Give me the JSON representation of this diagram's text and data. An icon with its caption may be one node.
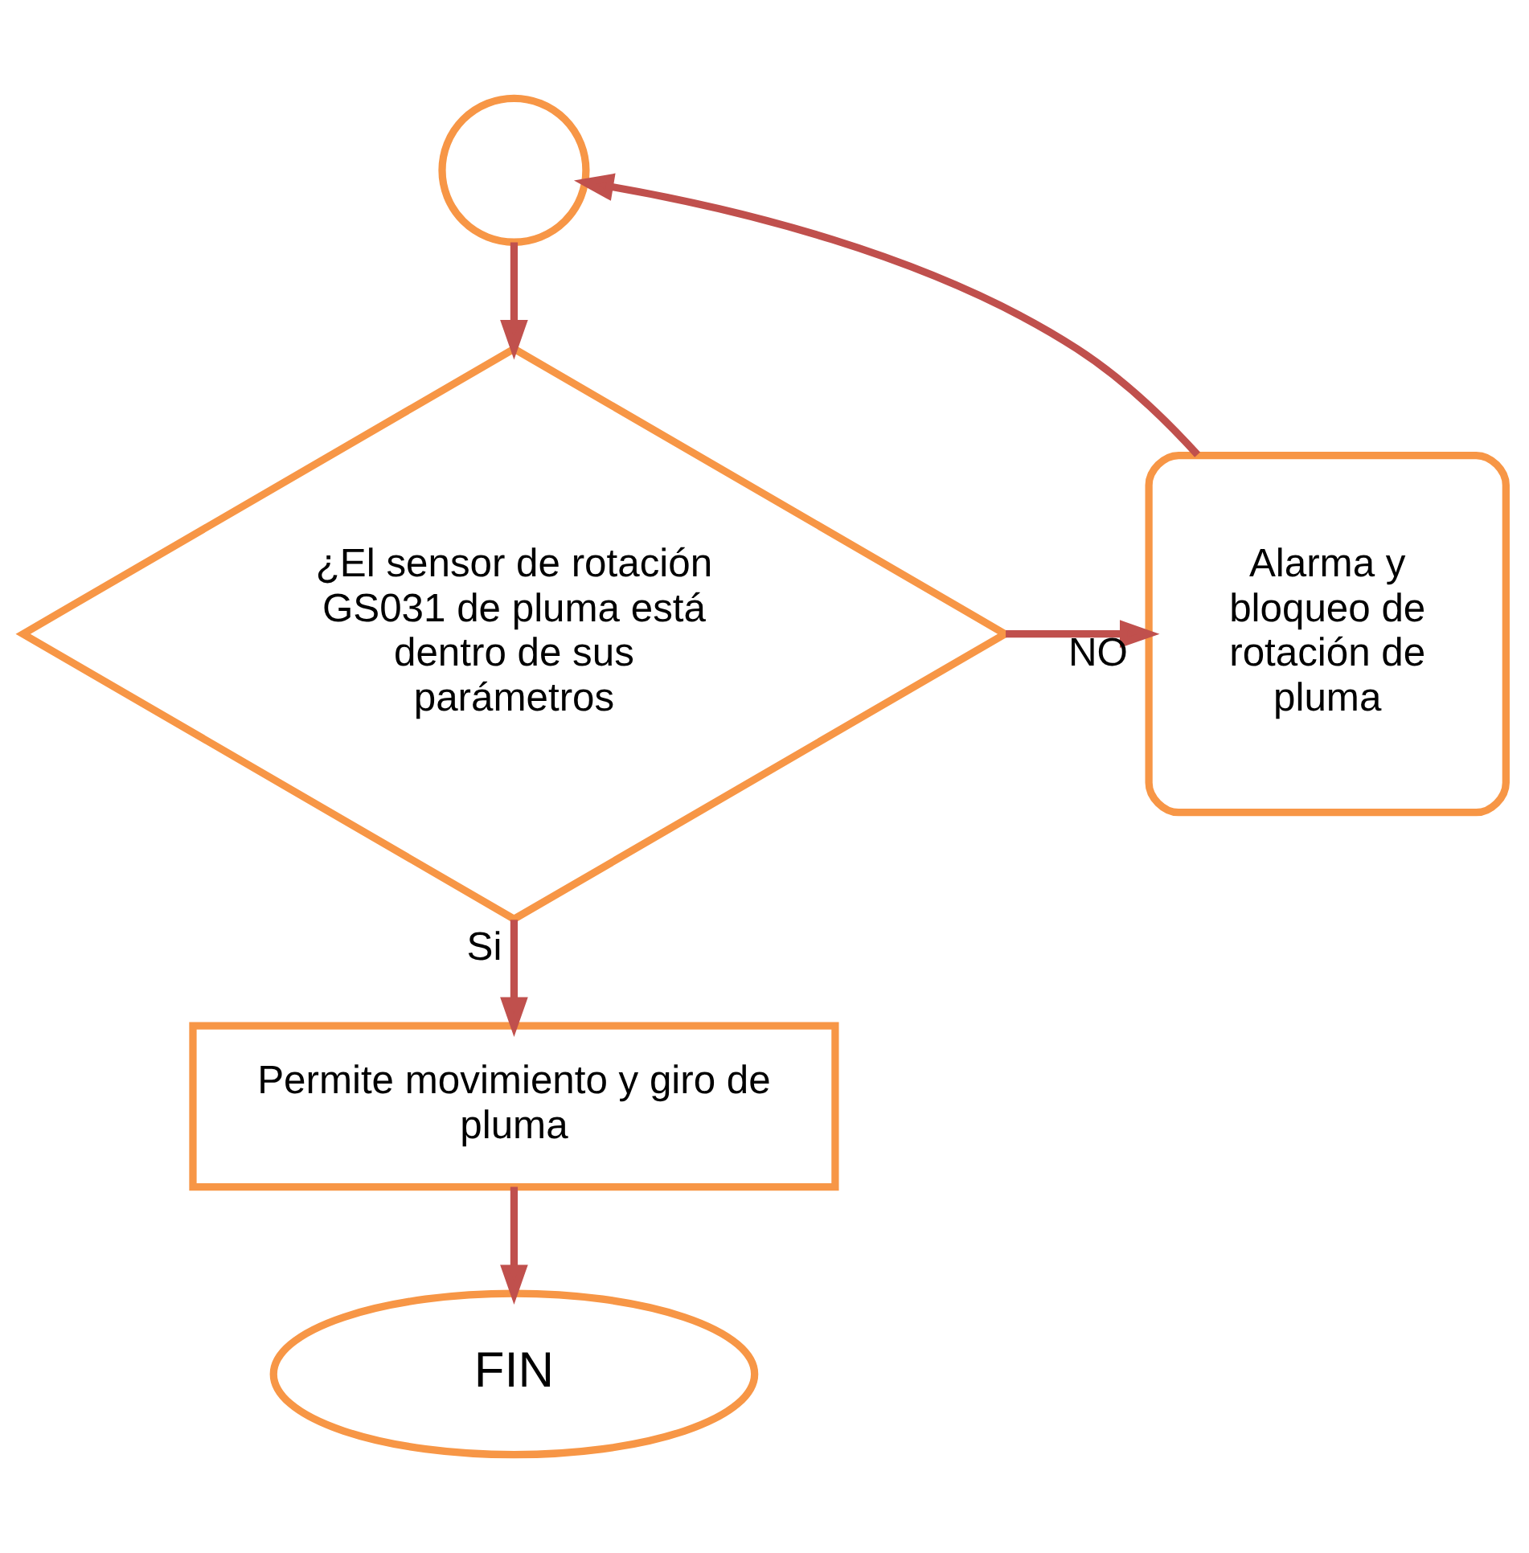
{
  "diagram": {
    "nodes": [
      {
        "text": [],
        "shape": "circle"
      },
      {
        "text": [
          "¿El sensor de rotación GS031 de pluma está dentro de sus parámetros"
        ]
      },
      {
        "text": [
          "Alarma y bloqueo de rotación de pluma"
        ]
      },
      {
        "text": [
          "Permite movimiento y giro de pluma"
        ]
      },
      {
        "text": [
          "FIN"
        ]
      }
    ],
    "edges": [
      {
        "from": 0,
        "to": 1,
        "arrow": "to"
      },
      {
        "from": 1,
        "to": 2,
        "arrow": "to",
        "label": "NO"
      },
      {
        "from": 2,
        "to": 0,
        "arrow": "to"
      },
      {
        "from": 1,
        "to": 3,
        "arrow": "to",
        "label": "Si"
      },
      {
        "from": 3,
        "to": 4,
        "arrow": "to"
      }
    ]
  }
}
